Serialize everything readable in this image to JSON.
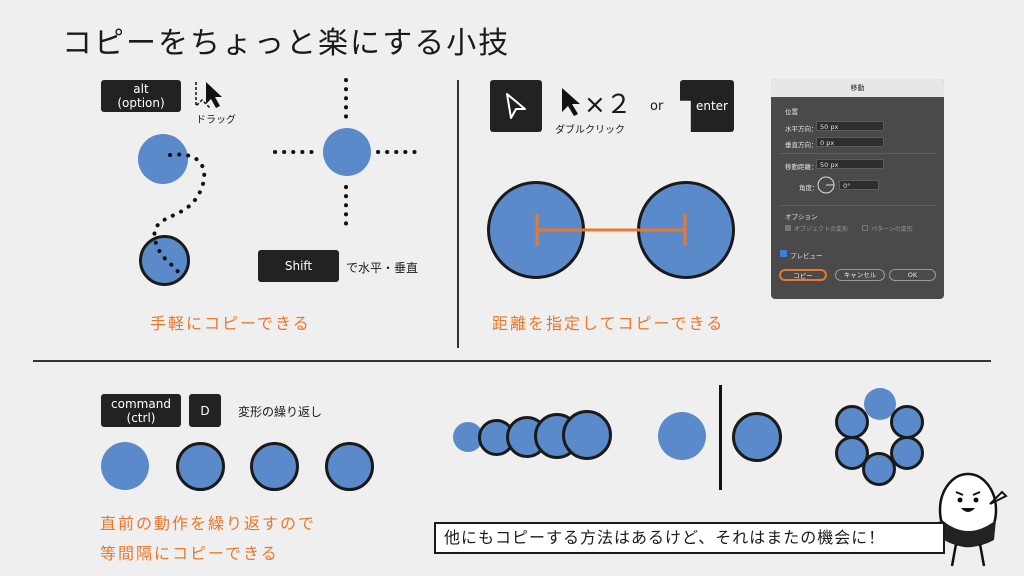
{
  "title": "コピーをちょっと楽にする小技",
  "section1": {
    "key_alt_line1": "alt",
    "key_alt_line2": "(option)",
    "drag_label": "ドラッグ",
    "key_shift": "Shift",
    "shift_desc": "で水平・垂直",
    "caption": "手軽にコピーできる"
  },
  "section2": {
    "times_label": "×２",
    "double_click_label": "ダブルクリック",
    "or_label": "or",
    "key_enter": "enter",
    "caption": "距離を指定してコピーできる"
  },
  "dialog": {
    "title": "移動",
    "position_header": "位置",
    "horizontal_label": "水平方向：",
    "horizontal_value": "50 px",
    "vertical_label": "垂直方向：",
    "vertical_value": "0 px",
    "distance_label": "移動距離：",
    "distance_value": "50 px",
    "angle_label": "角度：",
    "angle_value": "0°",
    "options_header": "オプション",
    "opt_transform_objects": "オブジェクトの変形",
    "opt_transform_patterns": "パターンの変形",
    "preview_label": "プレビュー",
    "copy_button": "コピー",
    "cancel_button": "キャンセル",
    "ok_button": "OK"
  },
  "section3": {
    "key_command_line1": "command",
    "key_command_line2": "(ctrl)",
    "key_d": "D",
    "d_desc": "変形の繰り返し",
    "caption_line1": "直前の動作を繰り返すので",
    "caption_line2": "等間隔にコピーできる"
  },
  "bubble_text": "他にもコピーする方法はあるけど、それはまたの機会に！",
  "colors": {
    "accent": "#e8792c",
    "circle": "#5b8acb",
    "key": "#222222"
  }
}
